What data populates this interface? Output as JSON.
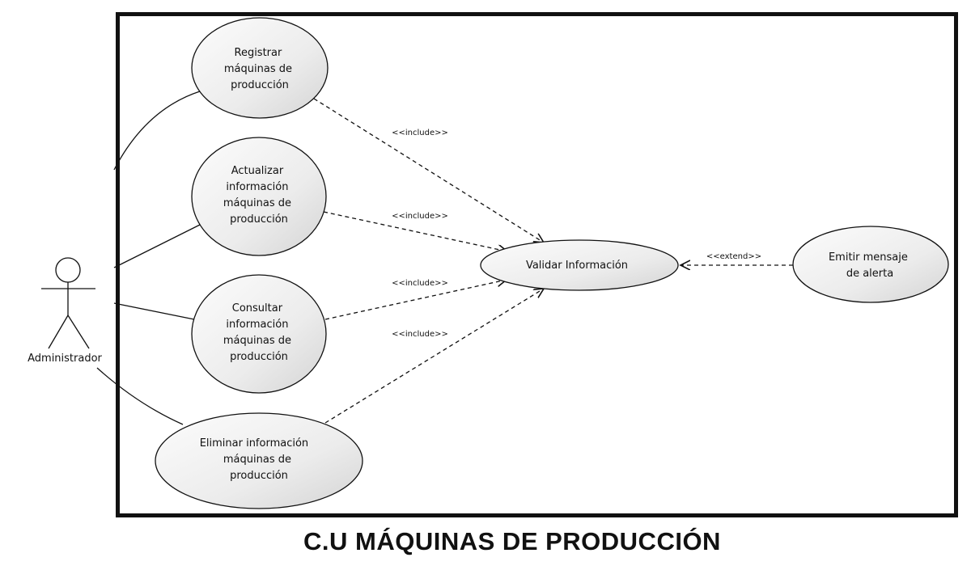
{
  "title": "C.U MÁQUINAS DE PRODUCCIÓN",
  "actor": {
    "name": "Administrador"
  },
  "use_cases": {
    "registrar": [
      "Registrar",
      "máquinas de",
      "producción"
    ],
    "actualizar": [
      "Actualizar",
      "información",
      "máquinas de",
      "producción"
    ],
    "consultar": [
      "Consultar",
      "información",
      "máquinas de",
      "producción"
    ],
    "eliminar": [
      "Eliminar información",
      "máquinas de",
      "producción"
    ],
    "validar": [
      "Validar Información"
    ],
    "emitir": [
      "Emitir mensaje",
      "de alerta"
    ]
  },
  "relations": {
    "include": "<<include>>",
    "extend": "<<extend>>"
  },
  "colors": {
    "ellipse_fill_light": "#fbfbfb",
    "ellipse_fill_dark": "#d6d6d6",
    "stroke": "#111111"
  }
}
